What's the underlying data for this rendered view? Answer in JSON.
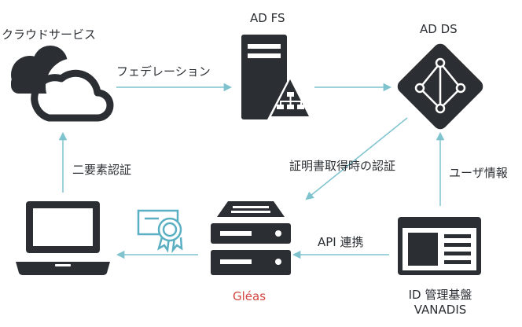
{
  "nodes": {
    "cloud": {
      "label": "クラウドサービス",
      "icon": "cloud-icon"
    },
    "adfs": {
      "label": "AD FS",
      "icon": "server-tower-icon"
    },
    "adds": {
      "label": "AD DS",
      "icon": "directory-diamond-icon"
    },
    "laptop": {
      "label": "",
      "icon": "laptop-icon"
    },
    "gleas": {
      "label": "Gléas",
      "icon": "rack-server-icon",
      "color": "#d2463f"
    },
    "vanadis": {
      "label_line1": "ID 管理基盤",
      "label_line2": "VANADIS",
      "icon": "id-card-icon"
    },
    "certificate": {
      "icon": "certificate-icon",
      "color": "#5ab0c2"
    }
  },
  "edges": {
    "federation": "フェデレーション",
    "two_factor": "二要素認証",
    "cert_auth": "証明書取得時の認証",
    "user_info": "ユーザ情報",
    "api": "API 連携"
  },
  "colors": {
    "icon": "#2b2f33",
    "arrow": "#7fc3cf",
    "accent": "#d2463f"
  }
}
